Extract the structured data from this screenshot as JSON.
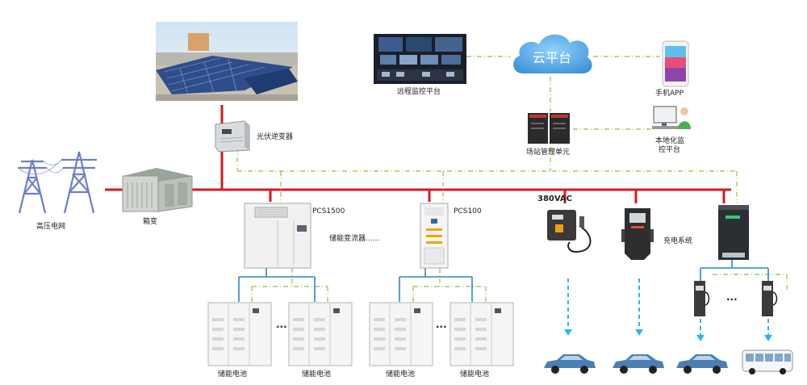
{
  "labels": {
    "grid": "高压电网",
    "transformer": "箱变",
    "pv_inverter": "光伏逆变器",
    "remote_monitor": "远程监控平台",
    "cloud": "云平台",
    "mobile_app": "手机APP",
    "station_unit": "场站管理单元",
    "local_monitor_line1": "本地化监",
    "local_monitor_line2": "控平台",
    "pcs1500": "PCS1500",
    "pcs_converter": "储能变流器......",
    "pcs100": "PCS100",
    "voltage": "380VAC",
    "charging_system": "充电系统",
    "battery_1": "储能电池",
    "battery_2": "储能电池",
    "battery_3": "储能电池",
    "battery_4": "储能电池",
    "dots_1": "···",
    "dots_2": "···",
    "dots_3": "···"
  },
  "colors": {
    "power_line": "#d7191c",
    "comm_line": "#8bc34a",
    "dc_line": "#2e86c1",
    "ev_flow": "#29b6f6",
    "cloud": "#4fa3e0"
  },
  "icons": {
    "solar_panel": "solar-panel-photo",
    "transmission_tower": "transmission-tower-icon",
    "transformer": "box-transformer-icon",
    "inverter": "pv-inverter-icon",
    "monitor_wall": "control-room-icon",
    "cloud": "cloud-icon",
    "phone": "smartphone-icon",
    "station_unit": "management-unit-icon",
    "workstation": "operator-workstation-icon",
    "pcs": "storage-converter-cabinet-icon",
    "battery": "battery-cabinet-icon",
    "wall_charger": "wall-charger-icon",
    "dc_charger": "dc-charger-icon",
    "charger_cabinet": "charger-cabinet-icon",
    "charge_post": "charge-post-icon",
    "car": "car-icon",
    "bus": "bus-icon"
  }
}
